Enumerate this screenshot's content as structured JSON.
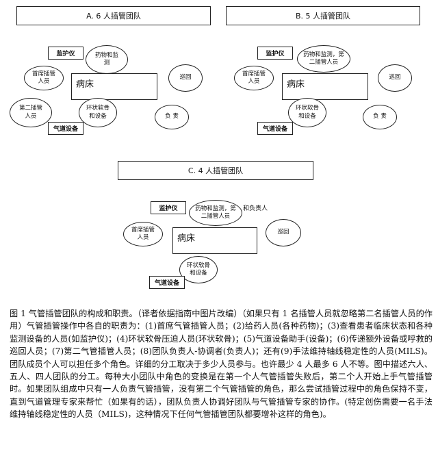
{
  "panels": {
    "a": {
      "title": "A.    6 人插管团队",
      "monitor": "监护仪",
      "airway": "气道设备",
      "bed": "病床",
      "drug": "药物和监\n测",
      "first": "首席插管\n人员",
      "second": "第二插管\n人员",
      "cricoid": "环状软骨\n和设备",
      "runner": "巡回",
      "leader": "负  责"
    },
    "b": {
      "title": "B. 5 人插管团队",
      "monitor": "监护仪",
      "airway": "气道设备",
      "bed": "病床",
      "drug": "药物和监测，第\n二插管人员",
      "first": "首席插管\n人员",
      "cricoid": "环状软骨\n和设备",
      "runner": "巡回",
      "leader": "负  责"
    },
    "c": {
      "title": "C. 4 人插管团队",
      "monitor": "监护仪",
      "airway": "气道设备",
      "bed": "病床",
      "drug": "药物和监测，第\n二插管人员",
      "drug_note": "和负责人",
      "first": "首席插管\n人员",
      "cricoid": "环状软骨\n和设备",
      "runner": "巡回"
    }
  },
  "caption": "图 1 气管插管团队的构成和职责。（译者依据指南中图片改编）（如果只有 1 名插管人员就忽略第二名插管人员的作用）气管插管操作中各自的职责为：(1)首席气管插管人员；(2)给药人员(各种药物)；(3)查看患者临床状态和各种监测设备的人员(如监护仪)；(4)环状软骨压迫人员(环状软骨)；(5)气道设备助手(设备)；(6)传递额外设备或呼救的巡回人员；(7)第二气管插管人员；(8)团队负责人-协调者(负责人)；还有(9)手法维持轴线稳定性的人员(MILS)。团队成员个人可以担任多个角色。详细的分工取决于多少人员参与。也许最少 4 人最多 6 人不等。图中描述六人、五人、四人团队的分工。每种大小团队中角色的变换是在第一个人气管插管失败后，第二个人开始上手气管插管时。如果团队组成中只有一人负责气管插管，没有第二个气管插管的角色，那么尝试插管过程中的角色保持不变，直到气道管理专家来帮忙（如果有的话），团队负责人协调好团队与气管插管专家的协作。(特定创伤需要一名手法维持轴线稳定性的人员（MILS)，这种情况下任何气管插管团队都要增补这样的角色)。"
}
